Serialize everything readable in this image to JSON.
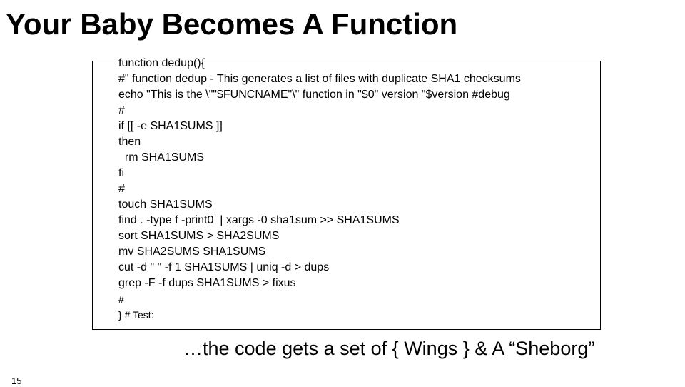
{
  "slide": {
    "title": "Your Baby Becomes A Function",
    "code_lines": [
      "function dedup(){",
      "#\" function dedup - This generates a list of files with duplicate SHA1 checksums",
      "echo \"This is the \\\"\"$FUNCNAME\"\\\" function in \"$0\" version \"$version #debug",
      "#",
      "if [[ -e SHA1SUMS ]]",
      "then",
      "  rm SHA1SUMS",
      "fi",
      "#",
      "touch SHA1SUMS",
      "find . -type f -print0  | xargs -0 sha1sum >> SHA1SUMS",
      "sort SHA1SUMS > SHA2SUMS",
      "mv SHA2SUMS SHA1SUMS",
      "cut -d \" \" -f 1 SHA1SUMS | uniq -d > dups",
      "grep -F -f dups SHA1SUMS > fixus",
      "#",
      "} # Test:"
    ],
    "caption": "…the code gets a set of { Wings } & A “Sheborg”",
    "page_number": "15"
  }
}
